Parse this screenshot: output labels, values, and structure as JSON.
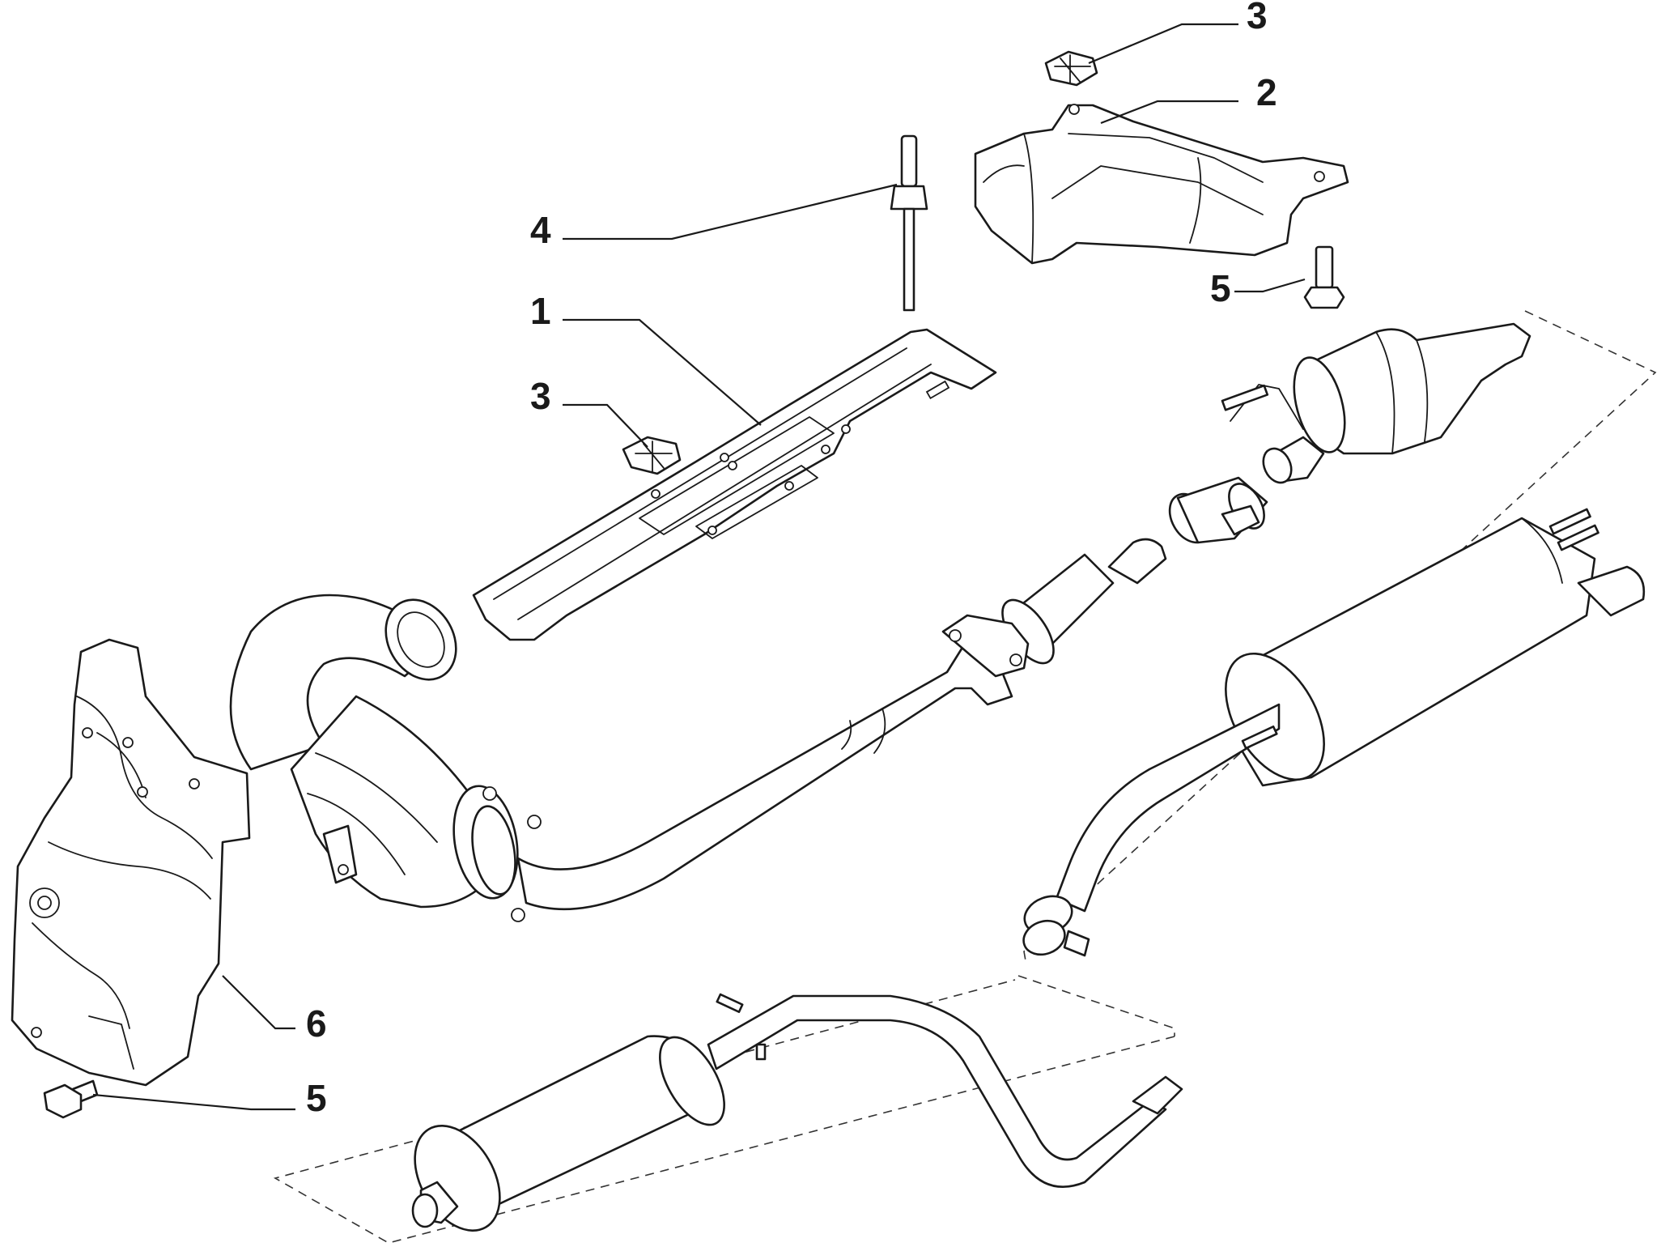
{
  "callouts": [
    {
      "id": "callout-1",
      "label": "1"
    },
    {
      "id": "callout-2",
      "label": "2"
    },
    {
      "id": "callout-3-top",
      "label": "3"
    },
    {
      "id": "callout-3-left",
      "label": "3"
    },
    {
      "id": "callout-4",
      "label": "4"
    },
    {
      "id": "callout-5-right",
      "label": "5"
    },
    {
      "id": "callout-5-bottom",
      "label": "5"
    },
    {
      "id": "callout-6",
      "label": "6"
    }
  ]
}
